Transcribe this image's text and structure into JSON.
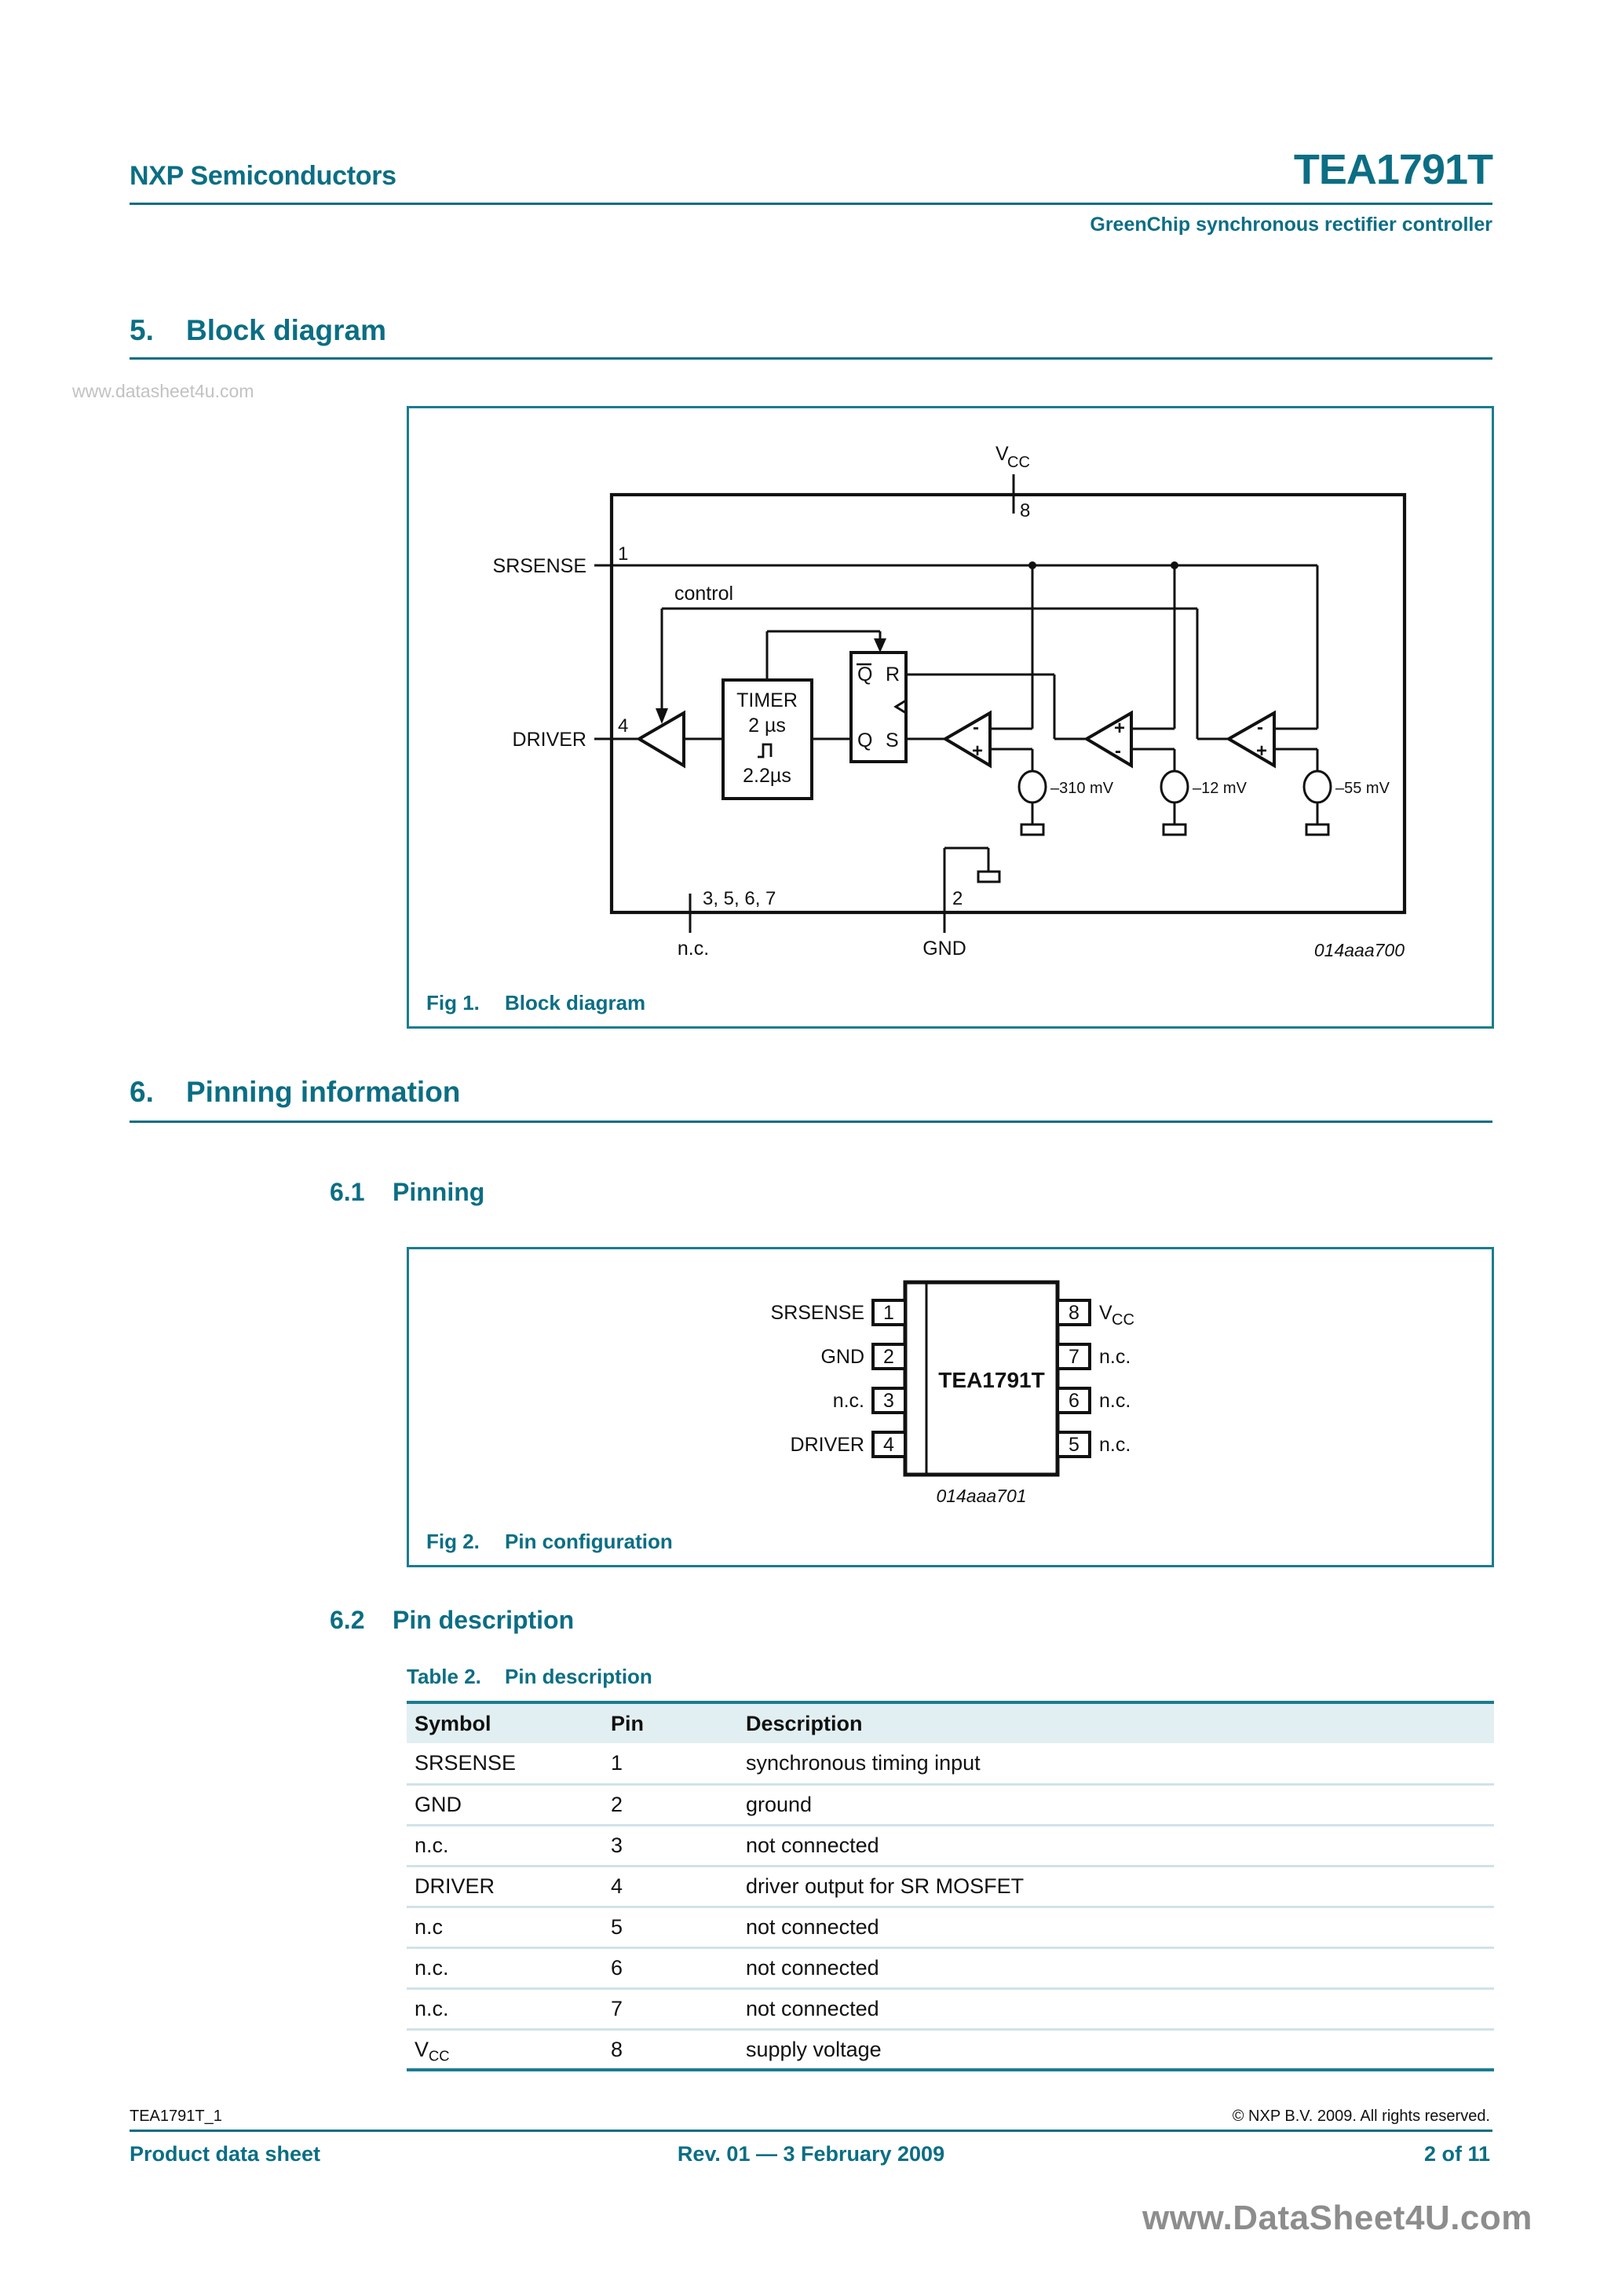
{
  "header": {
    "company": "NXP Semiconductors",
    "part": "TEA1791T",
    "subtitle": "GreenChip synchronous rectifier controller"
  },
  "watermarks": {
    "top": "www.datasheet4u.com",
    "bottom": "www.DataSheet4U.com"
  },
  "sections": [
    {
      "number": "5.",
      "title": "Block diagram"
    },
    {
      "number": "6.",
      "title": "Pinning information"
    }
  ],
  "subsections": [
    {
      "number": "6.1",
      "title": "Pinning"
    },
    {
      "number": "6.2",
      "title": "Pin description"
    }
  ],
  "figures": [
    {
      "number": "Fig 1.",
      "title": "Block diagram",
      "code": "014aaa700"
    },
    {
      "number": "Fig 2.",
      "title": "Pin configuration",
      "code": "014aaa701"
    }
  ],
  "block_diagram": {
    "vcc_label": "V",
    "vcc_sub": "CC",
    "vcc_pin": "8",
    "srsense_label": "SRSENSE",
    "srsense_pin": "1",
    "driver_label": "DRIVER",
    "driver_pin": "4",
    "control_label": "control",
    "timer": {
      "title": "TIMER",
      "line1": "2 µs",
      "line2": "2.2µs"
    },
    "flipflop": {
      "qbar": "Q",
      "r": "R",
      "q": "Q",
      "s": "S"
    },
    "references": [
      "–310 mV",
      "–12 mV",
      "–55 mV"
    ],
    "nc_pins": "3, 5, 6, 7",
    "nc_label": "n.c.",
    "gnd_pin": "2",
    "gnd_label": "GND"
  },
  "pin_configuration": {
    "chip": "TEA1791T",
    "left": [
      {
        "name": "SRSENSE",
        "pin": "1"
      },
      {
        "name": "GND",
        "pin": "2"
      },
      {
        "name": "n.c.",
        "pin": "3"
      },
      {
        "name": "DRIVER",
        "pin": "4"
      }
    ],
    "right": [
      {
        "name": "V",
        "sub": "CC",
        "pin": "8"
      },
      {
        "name": "n.c.",
        "pin": "7"
      },
      {
        "name": "n.c.",
        "pin": "6"
      },
      {
        "name": "n.c.",
        "pin": "5"
      }
    ]
  },
  "table2": {
    "number": "Table 2.",
    "title": "Pin description",
    "columns": [
      "Symbol",
      "Pin",
      "Description"
    ],
    "rows": [
      {
        "symbol": "SRSENSE",
        "sub": "",
        "pin": "1",
        "description": "synchronous timing input"
      },
      {
        "symbol": "GND",
        "sub": "",
        "pin": "2",
        "description": "ground"
      },
      {
        "symbol": "n.c.",
        "sub": "",
        "pin": "3",
        "description": "not connected"
      },
      {
        "symbol": "DRIVER",
        "sub": "",
        "pin": "4",
        "description": "driver output for SR MOSFET"
      },
      {
        "symbol": "n.c",
        "sub": "",
        "pin": "5",
        "description": "not connected"
      },
      {
        "symbol": "n.c.",
        "sub": "",
        "pin": "6",
        "description": "not connected"
      },
      {
        "symbol": "n.c.",
        "sub": "",
        "pin": "7",
        "description": "not connected"
      },
      {
        "symbol": "V",
        "sub": "CC",
        "pin": "8",
        "description": "supply voltage"
      }
    ]
  },
  "footer": {
    "doc_id": "TEA1791T_1",
    "copyright": "© NXP B.V. 2009. All rights reserved.",
    "left": "Product data sheet",
    "middle": "Rev. 01 — 3 February 2009",
    "right": "2 of 11"
  },
  "colors": {
    "brand": "#0b6e84",
    "figure_border": "#1b7c90",
    "table_header_bg": "#e2eff2",
    "table_rule": "#cfe3e8"
  }
}
